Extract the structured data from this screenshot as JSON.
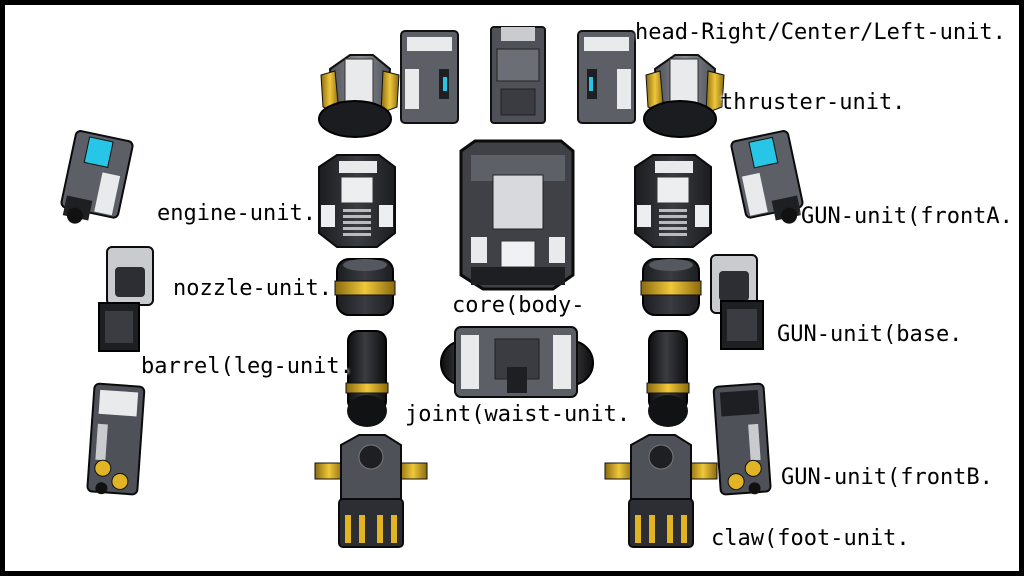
{
  "labels": {
    "head": "head-Right/Center/Left-unit.",
    "thruster": "thruster-unit.",
    "engine": "engine-unit.",
    "gun_front_a": "GUN-unit(frontA.",
    "nozzle": "nozzle-unit.",
    "core": "core(body-",
    "gun_base": "GUN-unit(base.",
    "barrel": "barrel(leg-unit.",
    "joint": "joint(waist-unit.",
    "gun_front_b": "GUN-unit(frontB.",
    "claw": "claw(foot-unit."
  },
  "colors": {
    "metal_dark": "#2f3136",
    "metal_mid": "#6b6e74",
    "metal_light": "#c9cbcf",
    "panel_white": "#eceef0",
    "accent_yellow": "#e0b424",
    "accent_cyan": "#27c6e6",
    "black": "#141416"
  }
}
